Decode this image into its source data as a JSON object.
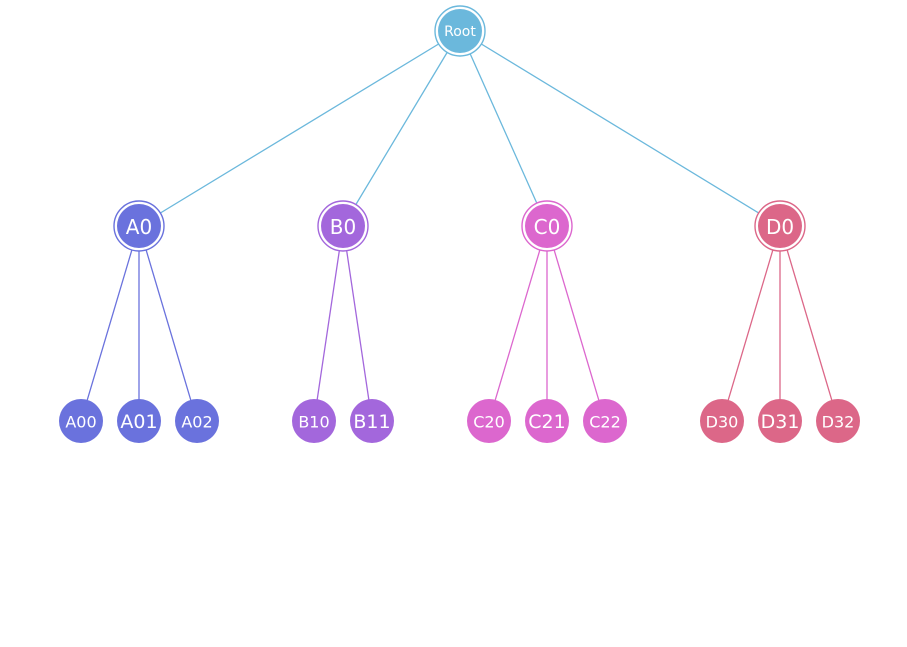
{
  "tree": {
    "root": {
      "id": "root",
      "label": "Root",
      "color": "#6bb8dc"
    },
    "groups": [
      {
        "id": "a0",
        "label": "A0",
        "color": "#6a72dd",
        "children": [
          {
            "id": "a00",
            "label": "A00"
          },
          {
            "id": "a01",
            "label": "A01"
          },
          {
            "id": "a02",
            "label": "A02"
          }
        ]
      },
      {
        "id": "b0",
        "label": "B0",
        "color": "#a367dc",
        "children": [
          {
            "id": "b10",
            "label": "B10"
          },
          {
            "id": "b11",
            "label": "B11"
          }
        ]
      },
      {
        "id": "c0",
        "label": "C0",
        "color": "#dc67ce",
        "children": [
          {
            "id": "c20",
            "label": "C20"
          },
          {
            "id": "c21",
            "label": "C21"
          },
          {
            "id": "c22",
            "label": "C22"
          }
        ]
      },
      {
        "id": "d0",
        "label": "D0",
        "color": "#dc6788",
        "children": [
          {
            "id": "d30",
            "label": "D30"
          },
          {
            "id": "d31",
            "label": "D31"
          },
          {
            "id": "d32",
            "label": "D32"
          }
        ]
      }
    ]
  }
}
